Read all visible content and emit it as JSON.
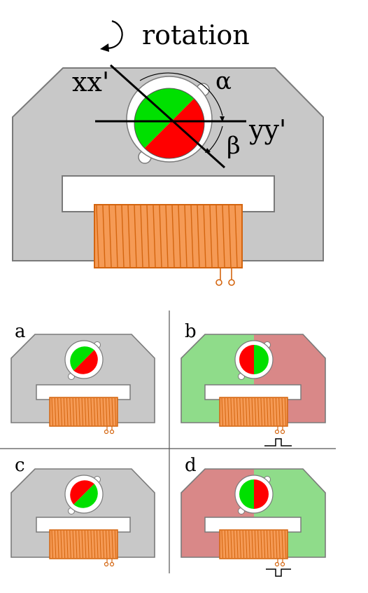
{
  "header": {
    "title": "rotation"
  },
  "main_motor": {
    "axis_x_label": "xx'",
    "axis_y_label": "yy'",
    "angle_alpha_label": "α",
    "angle_beta_label": "β"
  },
  "panels": [
    {
      "id": "a",
      "label": "a"
    },
    {
      "id": "b",
      "label": "b"
    },
    {
      "id": "c",
      "label": "c"
    },
    {
      "id": "d",
      "label": "d"
    }
  ],
  "colors": {
    "stator_gray": "#c8c8c8",
    "stator_stroke": "#7a7a7a",
    "pole_green": "#00e000",
    "pole_red": "#ff0000",
    "field_green": "#8fdc8a",
    "field_red": "#d98888",
    "coil_orange": "#f59a55",
    "coil_stroke": "#d4650f"
  }
}
